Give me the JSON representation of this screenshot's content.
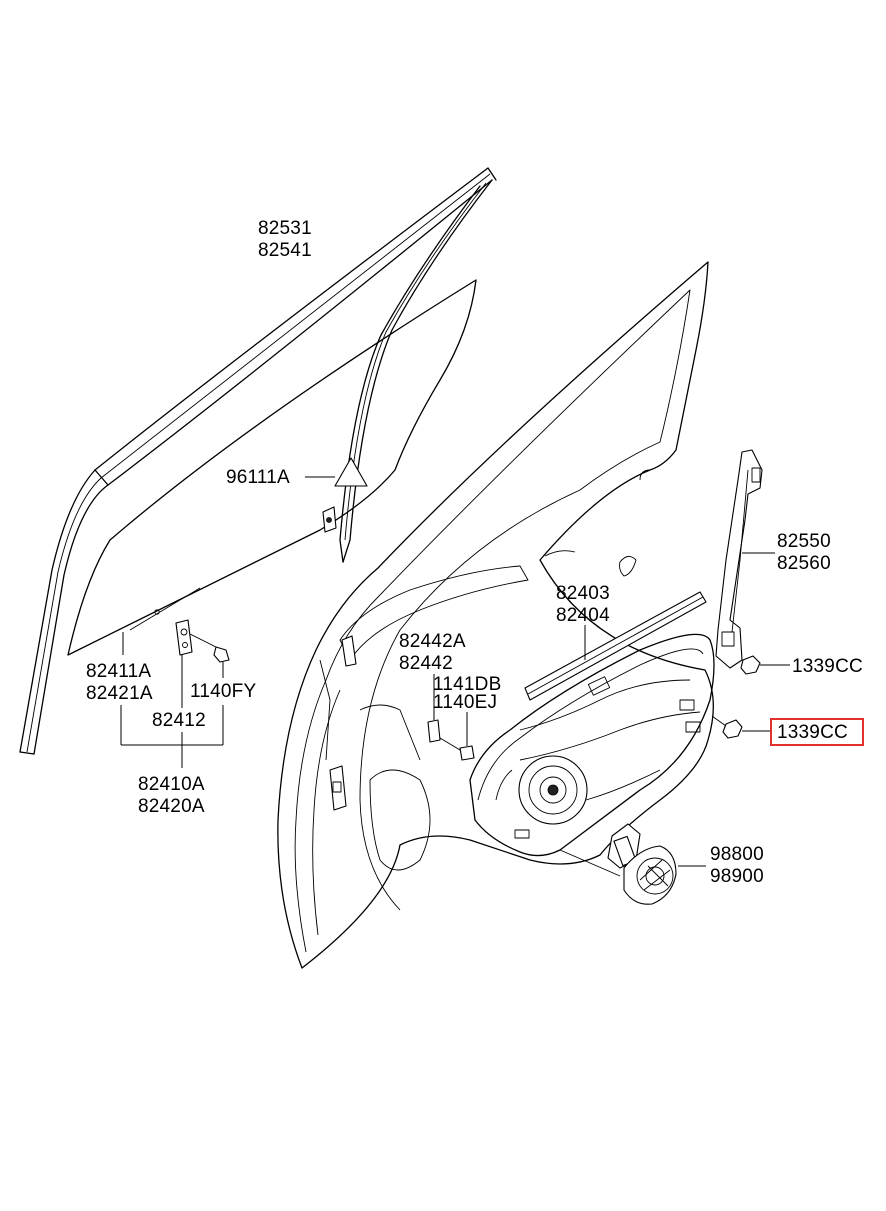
{
  "parts": {
    "door_glass_run": [
      "82531",
      "82541"
    ],
    "caution_label": "96111A",
    "door_glass": [
      "82411A",
      "82421A"
    ],
    "glass_carrier": "82412",
    "glass_bolt": "1140FY",
    "glass_assy": [
      "82410A",
      "82420A"
    ],
    "glass_guide_lower": [
      "82442A",
      "82442"
    ],
    "regulator_assy": [
      "82403",
      "82404"
    ],
    "regulator_bolt": [
      "1141DB",
      "1140EJ"
    ],
    "rear_channel": [
      "82550",
      "82560"
    ],
    "nut_upper": "1339CC",
    "nut_highlighted": "1339CC",
    "motor_assy": [
      "98800",
      "98900"
    ]
  },
  "highlight": {
    "part": "1339CC",
    "color": "#e0322c"
  }
}
